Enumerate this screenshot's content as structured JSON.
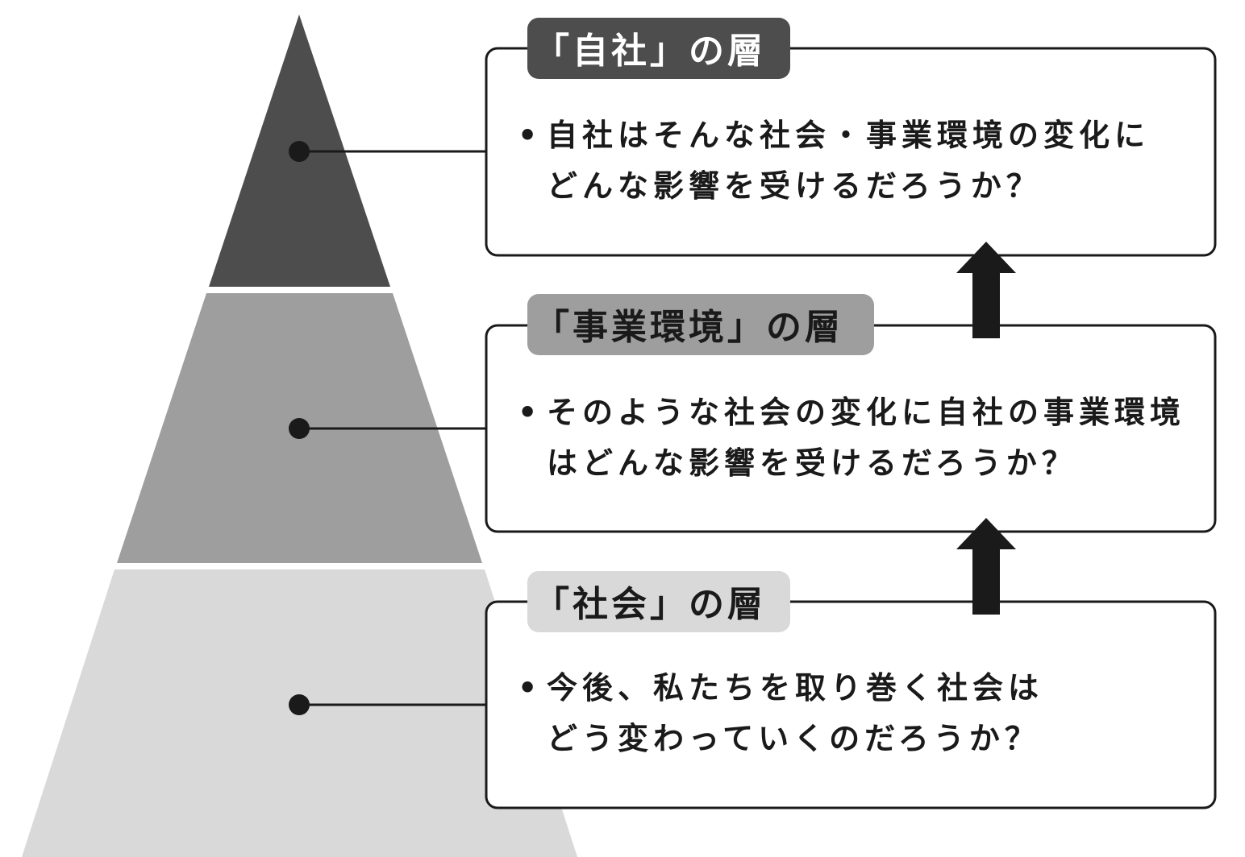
{
  "layers": [
    {
      "id": "company",
      "title": "「自社」の層",
      "lines": [
        "自社はそんな社会・事業環境の変化に",
        "どんな影響を受けるだろうか？"
      ],
      "fill_color": "#4d4d4d",
      "tab_color": "#4d4d4d",
      "tab_text_color": "#ffffff"
    },
    {
      "id": "business-environment",
      "title": "「事業環境」の層",
      "lines": [
        "そのような社会の変化に自社の事業環境",
        "はどんな影響を受けるだろうか？"
      ],
      "fill_color": "#9e9e9e",
      "tab_color": "#9e9e9e",
      "tab_text_color": "#1a1a1a"
    },
    {
      "id": "society",
      "title": "「社会」の層",
      "lines": [
        "今後、私たちを取り巻く社会は",
        "どう変わっていくのだろうか？"
      ],
      "fill_color": "#d9d9d9",
      "tab_color": "#d9d9d9",
      "tab_text_color": "#1a1a1a"
    }
  ],
  "bullet_symbol": "•",
  "line_color": "#1a1a1a",
  "arrow_color": "#1a1a1a"
}
